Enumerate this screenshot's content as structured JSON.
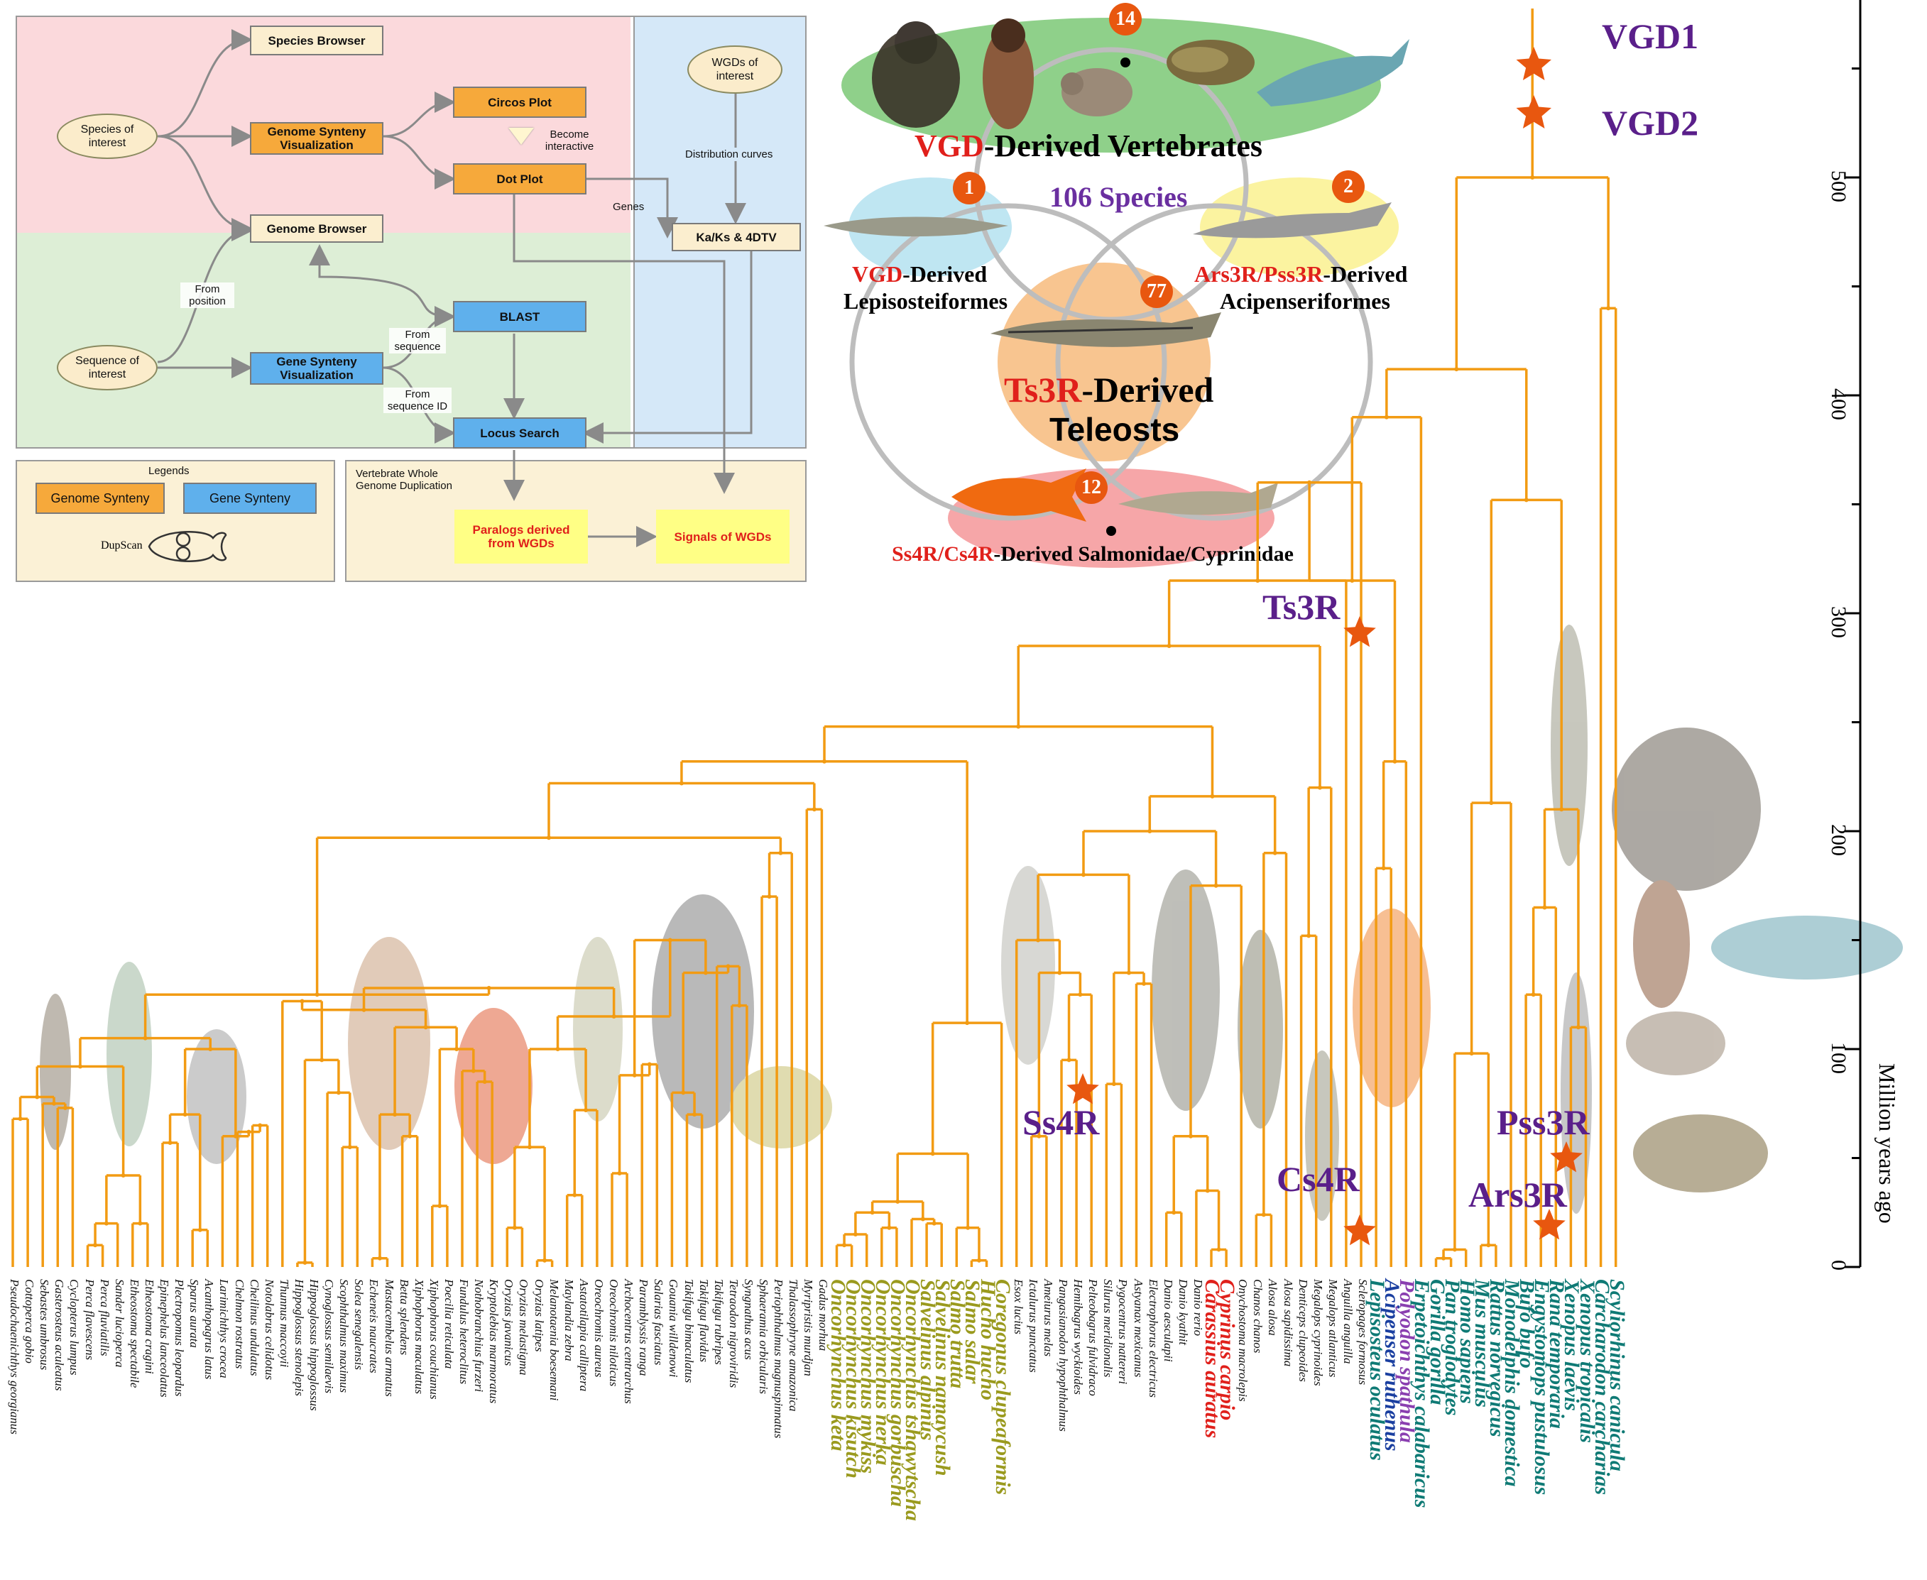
{
  "flowchart": {
    "nodes": {
      "species_browser": "Species Browser",
      "species_of_interest": "Species of interest",
      "genome_synteny_vis": "Genome Synteny Visualization",
      "circos_plot": "Circos Plot",
      "become_interactive": "Become interactive",
      "dot_plot": "Dot Plot",
      "genome_browser": "Genome Browser",
      "wgds_of_interest": "WGDs of interest",
      "distribution_curves": "Distribution curves",
      "genes": "Genes",
      "kaks": "Ka/Ks & 4DTV",
      "from_position": "From position",
      "blast": "BLAST",
      "from_sequence": "From sequence",
      "sequence_of_interest": "Sequence of interest",
      "gene_synteny_vis": "Gene Synteny Visualization",
      "from_sequence_id": "From sequence ID",
      "locus_search": "Locus Search"
    },
    "legends": {
      "title": "Legends",
      "genome_synteny": "Genome Synteny",
      "gene_synteny": "Gene Synteny",
      "logo_text": "DupScan"
    },
    "vwgd": {
      "title": "Vertebrate Whole Genome Duplication",
      "paralogs": "Paralogs derived from WGDs",
      "signals": "Signals of WGDs"
    },
    "colors": {
      "pink_region": "#fbd9dc",
      "green_region": "#ddeed6",
      "blue_region": "#d5e8f8",
      "cream_region": "#fbf1d6",
      "orange_box": "#f6a93b",
      "blue_box": "#5fb0ec",
      "red_text": "#e0201b"
    }
  },
  "venn": {
    "vgd_count": "14",
    "vgd_prefix": "VGD",
    "vgd_suffix": "-Derived Vertebrates",
    "total": "106 Species",
    "lep_count": "1",
    "lep_prefix": "VGD",
    "lep_suffix": "-Derived",
    "lep_name": "Lepisosteiformes",
    "aci_count": "2",
    "aci_prefix": "Ars3R/Pss3R",
    "aci_suffix": "-Derived",
    "aci_name": "Acipenseriformes",
    "ts3r_count": "77",
    "ts3r_prefix": "Ts3R",
    "ts3r_suffix": "-Derived",
    "ts3r_name": "Teleosts",
    "ss4r_count": "12",
    "ss4r_prefix": "Ss4R/Cs4R",
    "ss4r_suffix": "-Derived Salmonidae/Cyprinidae",
    "colors": {
      "vgd": "#8fd08a",
      "lep": "#bfe6f2",
      "aci": "#fbf3a0",
      "ts3r": "#f8c590",
      "ss4r": "#f6a6a8",
      "badge": "#e8570f",
      "red": "#e0201b",
      "purple": "#6a2fa0"
    }
  },
  "tree": {
    "events": {
      "vgd1": "VGD1",
      "vgd2": "VGD2",
      "ts3r": "Ts3R",
      "ss4r": "Ss4R",
      "cs4r": "Cs4R",
      "pss3r": "Pss3R",
      "ars3r": "Ars3R"
    },
    "axis": {
      "label": "Million years ago",
      "ticks": [
        "0",
        "100",
        "200",
        "300",
        "400",
        "500"
      ],
      "max_mya": 600
    },
    "colors": {
      "branch": "#f29b13",
      "event": "#5a1f8a",
      "star": "#e8570f",
      "black": "#111111",
      "olive": "#9a9a1e",
      "red": "#e0201b",
      "teal": "#0f7a75",
      "purple": "#8a3fb0",
      "blue": "#1a3fa0"
    },
    "species": [
      {
        "name": "Pseudochaenichthys georgianus",
        "color": "black"
      },
      {
        "name": "Cottoperca gobio",
        "color": "black"
      },
      {
        "name": "Sebastes umbrosus",
        "color": "black"
      },
      {
        "name": "Gasterosteus aculeatus",
        "color": "black"
      },
      {
        "name": "Cyclopterus lumpus",
        "color": "black"
      },
      {
        "name": "Perca flavescens",
        "color": "black"
      },
      {
        "name": "Perca fluviatilis",
        "color": "black"
      },
      {
        "name": "Sander lucioperca",
        "color": "black"
      },
      {
        "name": "Etheostoma spectabile",
        "color": "black"
      },
      {
        "name": "Etheostoma cragini",
        "color": "black"
      },
      {
        "name": "Epinephelus lanceolatus",
        "color": "black"
      },
      {
        "name": "Plectropomus leopardus",
        "color": "black"
      },
      {
        "name": "Sparus aurata",
        "color": "black"
      },
      {
        "name": "Acanthopagrus latus",
        "color": "black"
      },
      {
        "name": "Larimichthys crocea",
        "color": "black"
      },
      {
        "name": "Chelmon rostratus",
        "color": "black"
      },
      {
        "name": "Cheilinus undulatus",
        "color": "black"
      },
      {
        "name": "Notolabrus celidotus",
        "color": "black"
      },
      {
        "name": "Thunnus maccoyii",
        "color": "black"
      },
      {
        "name": "Hippoglossus stenolepis",
        "color": "black"
      },
      {
        "name": "Hippoglossus hippoglossus",
        "color": "black"
      },
      {
        "name": "Cynoglossus semilaevis",
        "color": "black"
      },
      {
        "name": "Scophthalmus maximus",
        "color": "black"
      },
      {
        "name": "Solea senegalensis",
        "color": "black"
      },
      {
        "name": "Echeneis naucrates",
        "color": "black"
      },
      {
        "name": "Mastacembelus armatus",
        "color": "black"
      },
      {
        "name": "Betta splendens",
        "color": "black"
      },
      {
        "name": "Xiphophorus maculatus",
        "color": "black"
      },
      {
        "name": "Xiphophorus couchianus",
        "color": "black"
      },
      {
        "name": "Poecilia reticulata",
        "color": "black"
      },
      {
        "name": "Fundulus heteroclitus",
        "color": "black"
      },
      {
        "name": "Nothobranchius furzeri",
        "color": "black"
      },
      {
        "name": "Kryptolebias marmoratus",
        "color": "black"
      },
      {
        "name": "Oryzias javanicus",
        "color": "black"
      },
      {
        "name": "Oryzias melastigma",
        "color": "black"
      },
      {
        "name": "Oryzias latipes",
        "color": "black"
      },
      {
        "name": "Melanotaenia boesemani",
        "color": "black"
      },
      {
        "name": "Maylandia zebra",
        "color": "black"
      },
      {
        "name": "Astatotilapia calliptera",
        "color": "black"
      },
      {
        "name": "Oreochromis aureus",
        "color": "black"
      },
      {
        "name": "Oreochromis niloticus",
        "color": "black"
      },
      {
        "name": "Archocentrus centrarchus",
        "color": "black"
      },
      {
        "name": "Paramblyssis ranga",
        "color": "black"
      },
      {
        "name": "Salarias fasciatus",
        "color": "black"
      },
      {
        "name": "Gouania willdenowi",
        "color": "black"
      },
      {
        "name": "Takifugu bimaculatus",
        "color": "black"
      },
      {
        "name": "Takifugu flavidus",
        "color": "black"
      },
      {
        "name": "Takifugu rubripes",
        "color": "black"
      },
      {
        "name": "Tetraodon nigroviridis",
        "color": "black"
      },
      {
        "name": "Syngnathus acus",
        "color": "black"
      },
      {
        "name": "Sphaeramia orbicularis",
        "color": "black"
      },
      {
        "name": "Periophthalmus magnuspinnatus",
        "color": "black"
      },
      {
        "name": "Thalassophryne amazonica",
        "color": "black"
      },
      {
        "name": "Myripristis murdjan",
        "color": "black"
      },
      {
        "name": "Gadus morhua",
        "color": "black"
      },
      {
        "name": "Oncorhynchus keta",
        "color": "olive"
      },
      {
        "name": "Oncorhynchus kisutch",
        "color": "olive"
      },
      {
        "name": "Oncorhynchus mykiss",
        "color": "olive"
      },
      {
        "name": "Oncorhynchus nerka",
        "color": "olive"
      },
      {
        "name": "Oncorhynchus gorbuscha",
        "color": "olive"
      },
      {
        "name": "Oncorhynchus tshawytscha",
        "color": "olive"
      },
      {
        "name": "Salvelinus alpinus",
        "color": "olive"
      },
      {
        "name": "Salvelinus namaycush",
        "color": "olive"
      },
      {
        "name": "Salmo trutta",
        "color": "olive"
      },
      {
        "name": "Salmo salar",
        "color": "olive"
      },
      {
        "name": "Hucho hucho",
        "color": "olive"
      },
      {
        "name": "Coregonus clupeaformis",
        "color": "olive"
      },
      {
        "name": "Esox lucius",
        "color": "black"
      },
      {
        "name": "Ictalurus punctatus",
        "color": "black"
      },
      {
        "name": "Ameiurus melas",
        "color": "black"
      },
      {
        "name": "Pangasianodon hypophthalmus",
        "color": "black"
      },
      {
        "name": "Hemibagrus wyckioides",
        "color": "black"
      },
      {
        "name": "Pelteobagrus fulvidraco",
        "color": "black"
      },
      {
        "name": "Silurus meridionalis",
        "color": "black"
      },
      {
        "name": "Pygocentrus nattereri",
        "color": "black"
      },
      {
        "name": "Astyanax mexicanus",
        "color": "black"
      },
      {
        "name": "Electrophorus electricus",
        "color": "black"
      },
      {
        "name": "Danio aesculapii",
        "color": "black"
      },
      {
        "name": "Danio kyathit",
        "color": "black"
      },
      {
        "name": "Danio rerio",
        "color": "black"
      },
      {
        "name": "Carassius auratus",
        "color": "red"
      },
      {
        "name": "Cyprinus carpio",
        "color": "red"
      },
      {
        "name": "Onychostoma macrolepis",
        "color": "black"
      },
      {
        "name": "Chanos chanos",
        "color": "black"
      },
      {
        "name": "Alosa alosa",
        "color": "black"
      },
      {
        "name": "Alosa sapidissima",
        "color": "black"
      },
      {
        "name": "Denticeps clupeoides",
        "color": "black"
      },
      {
        "name": "Megalops cyprinoides",
        "color": "black"
      },
      {
        "name": "Megalops atlanticus",
        "color": "black"
      },
      {
        "name": "Anguilla anguilla",
        "color": "black"
      },
      {
        "name": "Scleropages formosus",
        "color": "black"
      },
      {
        "name": "Lepisosteus oculatus",
        "color": "teal"
      },
      {
        "name": "Acipenser ruthenus",
        "color": "blue"
      },
      {
        "name": "Polyodon spathula",
        "color": "purple"
      },
      {
        "name": "Erpetoichthys calabaricus",
        "color": "teal"
      },
      {
        "name": "Gorilla gorilla",
        "color": "teal"
      },
      {
        "name": "Pan troglodytes",
        "color": "teal"
      },
      {
        "name": "Homo sapiens",
        "color": "teal"
      },
      {
        "name": "Mus musculus",
        "color": "teal"
      },
      {
        "name": "Rattus norvegicus",
        "color": "teal"
      },
      {
        "name": "Monodelphis domestica",
        "color": "teal"
      },
      {
        "name": "Bufo bufo",
        "color": "teal"
      },
      {
        "name": "Engystomops pustulosus",
        "color": "teal"
      },
      {
        "name": "Rana temporaria",
        "color": "teal"
      },
      {
        "name": "Xenopus laevis",
        "color": "teal"
      },
      {
        "name": "Xenopus tropicalis",
        "color": "teal"
      },
      {
        "name": "Carcharodon carcharias",
        "color": "teal"
      },
      {
        "name": "Scyliorhinus canicula",
        "color": "teal"
      }
    ]
  }
}
